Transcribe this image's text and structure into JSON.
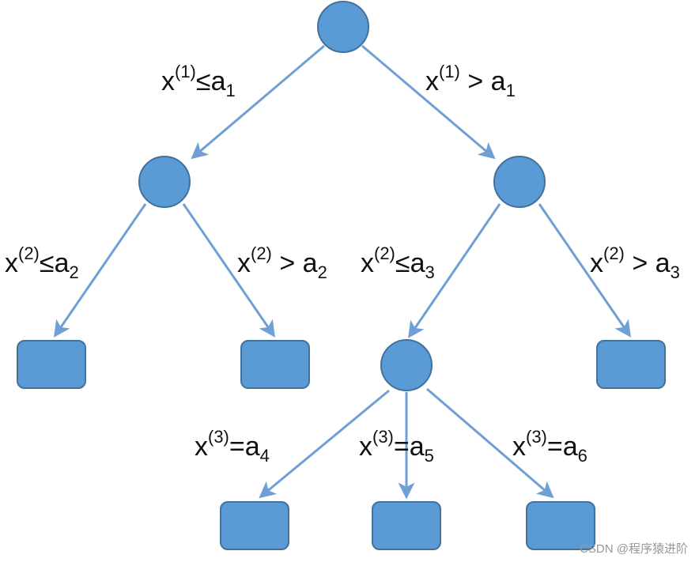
{
  "colors": {
    "node_fill": "#5b9bd5",
    "node_stroke": "#41719c",
    "edge": "#6f9fd4",
    "text": "#111111"
  },
  "labels": {
    "e1": {
      "var": "x",
      "sup": "(1)",
      "op": "≤",
      "a": "a",
      "sub": "1"
    },
    "e2": {
      "var": "x",
      "sup": "(1)",
      "op": " > ",
      "a": "a",
      "sub": "1"
    },
    "e3": {
      "var": "x",
      "sup": "(2)",
      "op": "≤",
      "a": "a",
      "sub": "2"
    },
    "e4": {
      "var": "x",
      "sup": "(2)",
      "op": " > ",
      "a": "a",
      "sub": "2"
    },
    "e5": {
      "var": "x",
      "sup": "(2)",
      "op": "≤",
      "a": "a",
      "sub": "3"
    },
    "e6": {
      "var": "x",
      "sup": "(2)",
      "op": " > ",
      "a": "a",
      "sub": "3"
    },
    "e7": {
      "var": "x",
      "sup": "(3)",
      "op": "=",
      "a": "a",
      "sub": "4"
    },
    "e8": {
      "var": "x",
      "sup": "(3)",
      "op": "=",
      "a": "a",
      "sub": "5"
    },
    "e9": {
      "var": "x",
      "sup": "(3)",
      "op": "=",
      "a": "a",
      "sub": "6"
    }
  },
  "watermark": "CSDN @程序猿进阶"
}
